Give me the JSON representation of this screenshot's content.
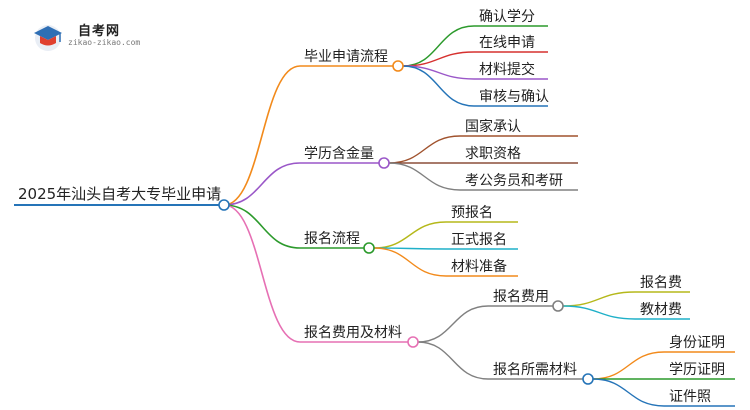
{
  "logo": {
    "brand": "自考网",
    "domain": "zikao-zikao.com"
  },
  "mindmap": {
    "root": "2025年汕头自考大专毕业申请",
    "branches": [
      {
        "label": "毕业申请流程",
        "color": "#f28a1b",
        "children": [
          "确认学分",
          "在线申请",
          "材料提交",
          "审核与确认"
        ]
      },
      {
        "label": "学历含金量",
        "color": "#9a57c8",
        "children": [
          "国家承认",
          "求职资格",
          "考公务员和考研"
        ]
      },
      {
        "label": "报名流程",
        "color": "#2c9a2c",
        "children": [
          "预报名",
          "正式报名",
          "材料准备"
        ]
      },
      {
        "label": "报名费用及材料",
        "color": "#e670b4",
        "sub": [
          {
            "label": "报名费用",
            "children": [
              "报名费",
              "教材费"
            ]
          },
          {
            "label": "报名所需材料",
            "children": [
              "身份证明",
              "学历证明",
              "证件照"
            ]
          }
        ]
      }
    ]
  }
}
